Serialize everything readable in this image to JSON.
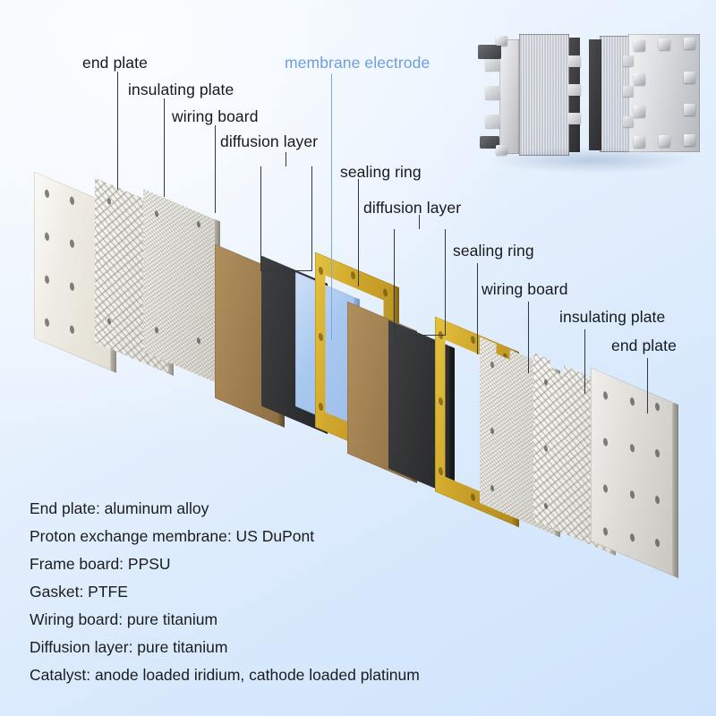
{
  "diagram": {
    "title": "PEM electrolyzer stack exploded view",
    "background": {
      "from": "#f3f9ff",
      "to": "#cee3fb"
    },
    "accent_color": "#6c9ede",
    "label_color": "#18191b"
  },
  "callouts": [
    {
      "id": "end-plate-left",
      "text": "end plate",
      "accent": false,
      "side": "left"
    },
    {
      "id": "insulating-plate-left",
      "text": "insulating plate",
      "accent": false,
      "side": "left"
    },
    {
      "id": "wiring-board-left",
      "text": "wiring board",
      "accent": false,
      "side": "left"
    },
    {
      "id": "diffusion-layer-left",
      "text": "diffusion layer",
      "accent": false,
      "side": "left",
      "connector": "bracket"
    },
    {
      "id": "membrane-electrode",
      "text": "membrane electrode",
      "accent": true,
      "side": "center"
    },
    {
      "id": "sealing-ring-left",
      "text": "sealing ring",
      "accent": false,
      "side": "center"
    },
    {
      "id": "diffusion-layer-right",
      "text": "diffusion layer",
      "accent": false,
      "side": "right",
      "connector": "bracket"
    },
    {
      "id": "sealing-ring-right",
      "text": "sealing ring",
      "accent": false,
      "side": "right"
    },
    {
      "id": "wiring-board-right",
      "text": "wiring board",
      "accent": false,
      "side": "right"
    },
    {
      "id": "insulating-plate-right",
      "text": "insulating plate",
      "accent": false,
      "side": "right"
    },
    {
      "id": "end-plate-right",
      "text": "end plate",
      "accent": false,
      "side": "right"
    }
  ],
  "layers": [
    {
      "id": "end-plate-left",
      "material": "aluminum alloy",
      "color": "#eeebe3"
    },
    {
      "id": "insulating-plate-left",
      "material": "PPSU mesh",
      "color": "#e3e1d9"
    },
    {
      "id": "wiring-board-left",
      "material": "pure titanium",
      "color": "#dedcd4"
    },
    {
      "id": "diffusion-layer-left-a",
      "material": "pure titanium",
      "color": "#a07f50"
    },
    {
      "id": "catalyst-anode",
      "material": "iridium",
      "color": "#313234"
    },
    {
      "id": "sealing-ring-left",
      "material": "PTFE",
      "color": "#cda32a"
    },
    {
      "id": "membrane",
      "material": "US DuPont",
      "color": "#a9c8ef"
    },
    {
      "id": "diffusion-layer-right-a",
      "material": "pure titanium",
      "color": "#a07f50"
    },
    {
      "id": "catalyst-cathode",
      "material": "platinum",
      "color": "#313234"
    },
    {
      "id": "sealing-ring-right",
      "material": "PTFE",
      "color": "#cda32a"
    },
    {
      "id": "wiring-board-right",
      "material": "pure titanium",
      "color": "#dedcd4"
    },
    {
      "id": "insulating-plate-right",
      "material": "PPSU mesh",
      "color": "#e3e1d9"
    },
    {
      "id": "end-plate-right",
      "material": "aluminum alloy",
      "color": "#dedcd6"
    }
  ],
  "specs": [
    "End plate: aluminum alloy",
    "Proton exchange membrane: US DuPont",
    "Frame board: PPSU",
    "Gasket: PTFE",
    "Wiring board: pure titanium",
    "Diffusion layer: pure titanium",
    "Catalyst: anode loaded iridium, cathode loaded platinum"
  ],
  "photo": {
    "caption": "",
    "units": 2,
    "body_color": "#8d3a22",
    "plate_color": "#d8dade"
  }
}
